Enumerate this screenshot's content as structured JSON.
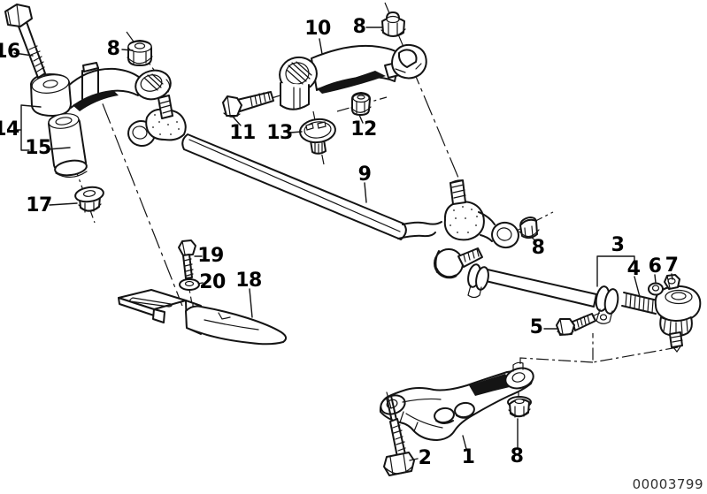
{
  "figure": {
    "drawing_number": "00003799",
    "callout_labels": {
      "n1": "1",
      "n2": "2",
      "n3": "3",
      "n4": "4",
      "n5": "5",
      "n6": "6",
      "n7": "7",
      "n8a": "8",
      "n8b": "8",
      "n8c": "8",
      "n8d": "8",
      "n9": "9",
      "n10": "10",
      "n11": "11",
      "n12": "12",
      "n13": "13",
      "n14": "14",
      "n15": "15",
      "n16": "16",
      "n17": "17",
      "n18": "18",
      "n19": "19",
      "n20": "20"
    }
  }
}
